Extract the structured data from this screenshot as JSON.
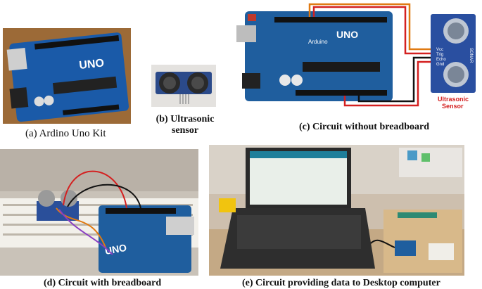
{
  "figure": {
    "captions": {
      "a": "(a)   Ardino Uno Kit",
      "b_line1": "(b) Ultrasonic",
      "b_line2": "sensor",
      "c": "(c) Circuit without breadboard",
      "d": "(d) Circuit with breadboard",
      "e": "(e) Circuit providing data to Desktop computer"
    },
    "board_labels": {
      "uno": "UNO",
      "arduino": "Arduino",
      "sensor_label_line1": "Ultrasonic",
      "sensor_label_line2": "Sensor",
      "sonar": "SONAR",
      "pins": [
        "Vcc",
        "Trig",
        "Echo",
        "Gnd"
      ]
    },
    "colors": {
      "board_blue": "#1f5e9e",
      "sensor_blue": "#2a4fa0",
      "wire_red": "#d42020",
      "wire_orange": "#e07a12",
      "wire_black": "#111111"
    }
  }
}
